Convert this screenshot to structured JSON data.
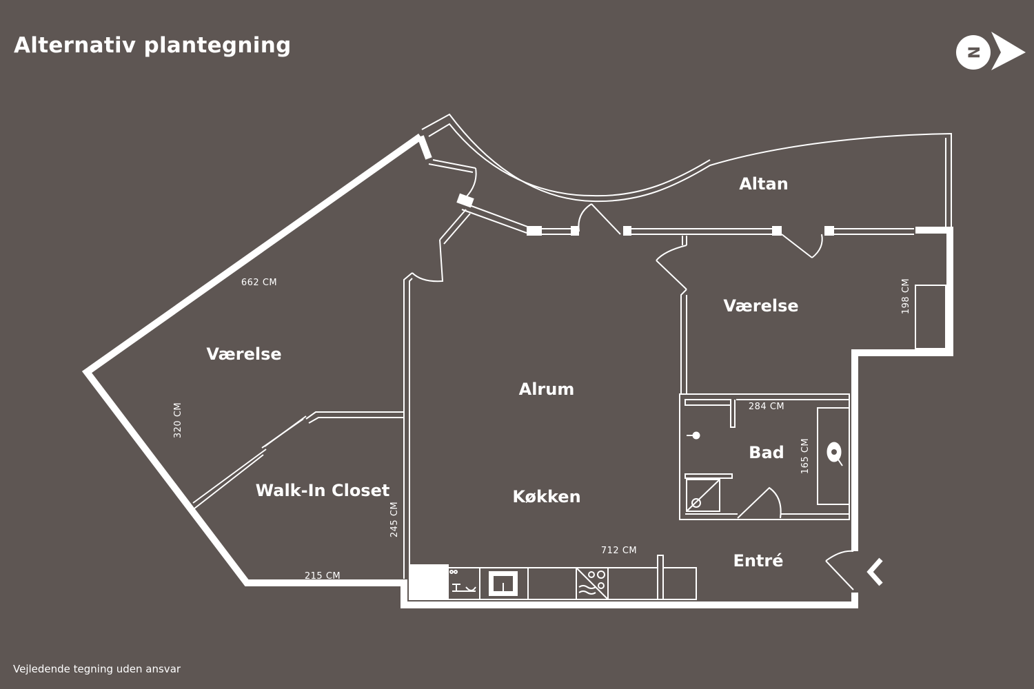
{
  "title": "Alternativ plantegning",
  "disclaimer": "Vejledende tegning uden ansvar",
  "compass": {
    "letter": "N"
  },
  "rooms": {
    "altan": "Altan",
    "vaerelse_right": "Værelse",
    "vaerelse_left": "Værelse",
    "alrum": "Alrum",
    "koekken": "Køkken",
    "bad": "Bad",
    "entre": "Entré",
    "walk_in_closet": "Walk-In Closet"
  },
  "dimensions": {
    "d662": "662 CM",
    "d320": "320 CM",
    "d245": "245 CM",
    "d215": "215 CM",
    "d712": "712 CM",
    "d284": "284 CM",
    "d165": "165 CM",
    "d198": "198 CM"
  },
  "colors": {
    "background": "#5e5653",
    "lines": "#ffffff"
  }
}
